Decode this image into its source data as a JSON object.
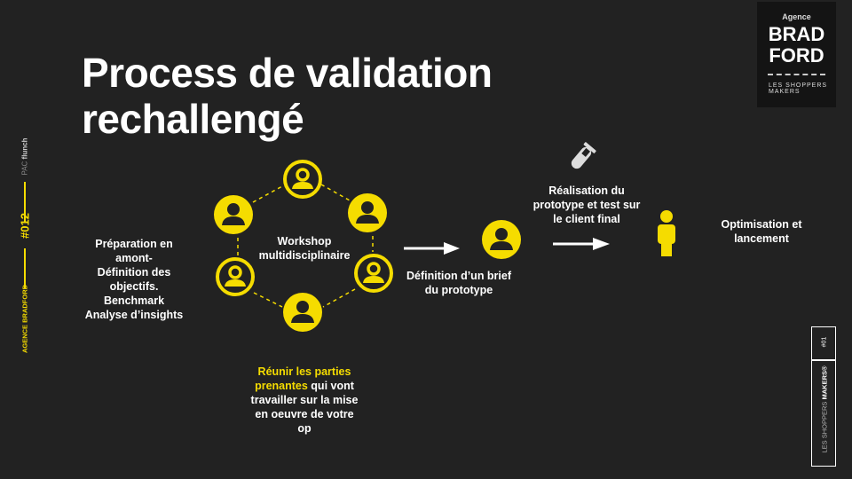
{
  "title": {
    "line1": "Process de validation",
    "line2": "rechallengé"
  },
  "logo": {
    "agence": "Agence",
    "brand1": "BRAD",
    "brand2": "FORD",
    "tagline1": "LES SHOPPERS",
    "tagline2": "MAKERS"
  },
  "sidebar": {
    "client_prefix": "PAC",
    "client": "flunch",
    "number": "#012",
    "agency": "AGENCE BRADFORD"
  },
  "badge": {
    "page": "#01",
    "label_light": "LES SHOPPERS",
    "label_bold": "MAKERS®"
  },
  "steps": {
    "prep": [
      "Préparation en",
      "amont-",
      "Définition des",
      "objectifs.",
      "Benchmark",
      "Analyse d’insights"
    ],
    "workshop": [
      "Workshop",
      "multidisciplinaire"
    ],
    "reunir_highlight1": "Réunir les parties",
    "reunir_highlight2": "prenantes",
    "reunir_rest": [
      " qui vont",
      "travailler sur la mise",
      "en oeuvre de votre",
      "op"
    ],
    "brief": [
      "Définition d’un brief",
      "du  prototype"
    ],
    "realisation": [
      "Réalisation du",
      "prototype et test sur",
      "le client final"
    ],
    "optimisation": [
      "Optimisation et",
      "lancement"
    ]
  },
  "colors": {
    "accent": "#f5dc00",
    "background": "#222222"
  }
}
